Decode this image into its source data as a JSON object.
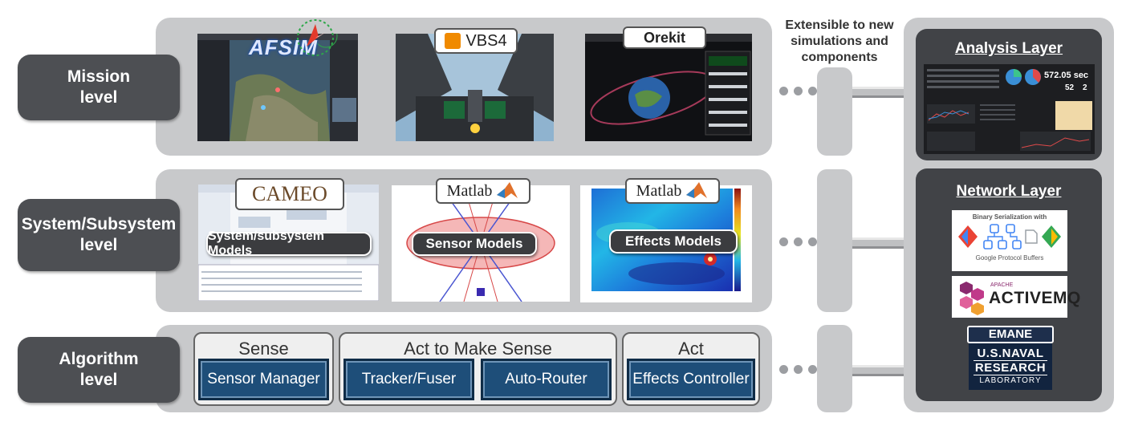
{
  "levels": {
    "mission": "Mission\nlevel",
    "system": "System/Subsystem\nlevel",
    "algorithm": "Algorithm\nlevel"
  },
  "mission": {
    "afsim_logo": "AFSIM",
    "vbs4_label": "VBS4",
    "orekit_label": "Orekit"
  },
  "system": {
    "cameo_label": "CAMEO",
    "cameo_model": "System/subsystem Models",
    "matlab1_label": "Matlab",
    "sensor_model": "Sensor Models",
    "matlab2_label": "Matlab",
    "effects_model": "Effects Models"
  },
  "algorithm": {
    "groups": [
      {
        "title": "Sense",
        "items": [
          "Sensor Manager"
        ]
      },
      {
        "title": "Act to Make Sense",
        "items": [
          "Tracker/Fuser",
          "Auto-Router"
        ]
      },
      {
        "title": "Act",
        "items": [
          "Effects Controller"
        ]
      }
    ]
  },
  "extensible_note": "Extensible to new\nsimulations and\ncomponents",
  "analysis": {
    "title": "Analysis Layer",
    "stat_time": "572.05 sec",
    "stat_a": "52",
    "stat_b": "2"
  },
  "network": {
    "title": "Network Layer",
    "protobuf_heading": "Binary Serialization with",
    "protobuf_caption": "Google Protocol Buffers",
    "activemq_small": "APACHE",
    "activemq_name": "ACTIVEMQ",
    "emane_label": "EMANE",
    "nrl_line1": "U.S.NAVAL",
    "nrl_line2": "RESEARCH",
    "nrl_line3": "LABORATORY"
  },
  "colors": {
    "level_bg": "#4d4f53",
    "tier_bg": "#c8c9cb",
    "algo_box": "#1e4e79",
    "panel_bg": "#414347"
  }
}
